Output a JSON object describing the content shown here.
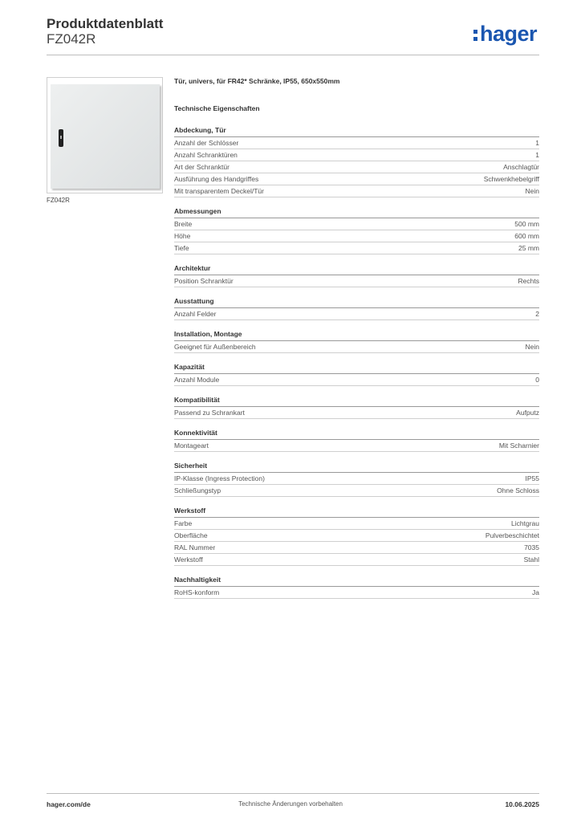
{
  "header": {
    "title": "Produktdatenblatt",
    "subtitle": "FZ042R",
    "logo_text": "hager"
  },
  "product": {
    "image_caption": "FZ042R",
    "description": "Tür, univers, für FR42* Schränke, IP55, 650x550mm",
    "tech_title": "Technische Eigenschaften"
  },
  "sections": [
    {
      "title": "Abdeckung, Tür",
      "rows": [
        {
          "label": "Anzahl der Schlösser",
          "value": "1"
        },
        {
          "label": "Anzahl Schranktüren",
          "value": "1"
        },
        {
          "label": "Art der Schranktür",
          "value": "Anschlagtür"
        },
        {
          "label": "Ausführung des Handgriffes",
          "value": "Schwenkhebelgriff"
        },
        {
          "label": "Mit transparentem Deckel/Tür",
          "value": "Nein"
        }
      ]
    },
    {
      "title": "Abmessungen",
      "rows": [
        {
          "label": "Breite",
          "value": "500 mm"
        },
        {
          "label": "Höhe",
          "value": "600 mm"
        },
        {
          "label": "Tiefe",
          "value": "25 mm"
        }
      ]
    },
    {
      "title": "Architektur",
      "rows": [
        {
          "label": "Position Schranktür",
          "value": "Rechts"
        }
      ]
    },
    {
      "title": "Ausstattung",
      "rows": [
        {
          "label": "Anzahl Felder",
          "value": "2"
        }
      ]
    },
    {
      "title": "Installation, Montage",
      "rows": [
        {
          "label": "Geeignet für Außenbereich",
          "value": "Nein"
        }
      ]
    },
    {
      "title": "Kapazität",
      "rows": [
        {
          "label": "Anzahl Module",
          "value": "0"
        }
      ]
    },
    {
      "title": "Kompatibilität",
      "rows": [
        {
          "label": "Passend zu Schrankart",
          "value": "Aufputz"
        }
      ]
    },
    {
      "title": "Konnektivität",
      "rows": [
        {
          "label": "Montageart",
          "value": "Mit Scharnier"
        }
      ]
    },
    {
      "title": "Sicherheit",
      "rows": [
        {
          "label": "IP-Klasse (Ingress Protection)",
          "value": "IP55"
        },
        {
          "label": "Schließungstyp",
          "value": "Ohne Schloss"
        }
      ]
    },
    {
      "title": "Werkstoff",
      "rows": [
        {
          "label": "Farbe",
          "value": "Lichtgrau"
        },
        {
          "label": "Oberfläche",
          "value": "Pulverbeschichtet"
        },
        {
          "label": "RAL Nummer",
          "value": "7035"
        },
        {
          "label": "Werkstoff",
          "value": "Stahl"
        }
      ]
    },
    {
      "title": "Nachhaltigkeit",
      "rows": [
        {
          "label": "RoHS-konform",
          "value": "Ja"
        }
      ]
    }
  ],
  "footer": {
    "left": "hager.com/de",
    "center": "Technische Änderungen vorbehalten",
    "right": "10.06.2025"
  },
  "colors": {
    "brand": "#1a56b0"
  }
}
